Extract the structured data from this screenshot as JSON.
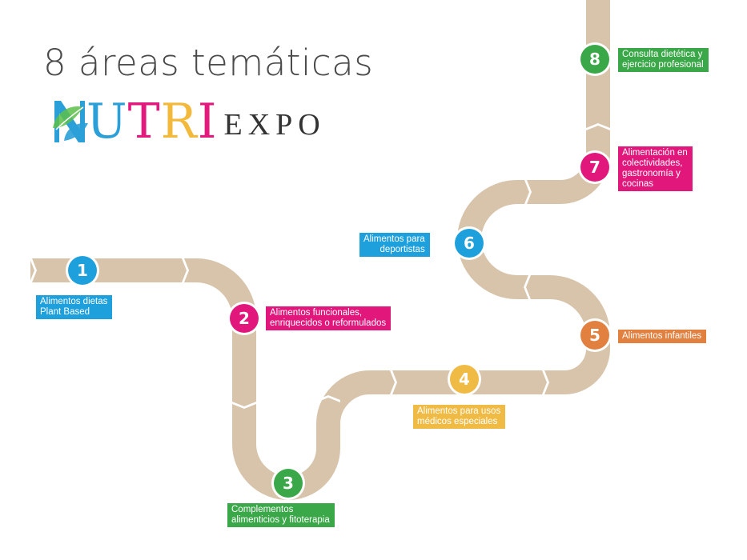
{
  "title": "8 áreas temáticas",
  "logo": {
    "letters": [
      {
        "char": "U",
        "color": "#2ba0d8"
      },
      {
        "char": "T",
        "color": "#e4197d"
      },
      {
        "char": "R",
        "color": "#f2b93b"
      },
      {
        "char": "I",
        "color": "#e4197d"
      }
    ],
    "suffix": "EXPO",
    "leaf_colors": [
      "#2ba0d8",
      "#5cbf49"
    ]
  },
  "path_color": "#d8c4ab",
  "areas": [
    {
      "number": "1",
      "color": "#1ea0dc",
      "lines": [
        "Alimentos dietas",
        "Plant Based"
      ]
    },
    {
      "number": "2",
      "color": "#e2177c",
      "lines": [
        "Alimentos funcionales,",
        "enriquecidos o reformulados"
      ]
    },
    {
      "number": "3",
      "color": "#3aa848",
      "lines": [
        "Complementos",
        "alimenticios y fitoterapia"
      ]
    },
    {
      "number": "4",
      "color": "#f0bb45",
      "lines": [
        "Alimentos para usos",
        "médicos especiales"
      ]
    },
    {
      "number": "5",
      "color": "#e2803f",
      "lines": [
        "Alimentos infantiles"
      ]
    },
    {
      "number": "6",
      "color": "#1ea0dc",
      "lines": [
        "Alimentos para",
        "deportistas"
      ]
    },
    {
      "number": "7",
      "color": "#e2177c",
      "lines": [
        "Alimentación en",
        "colectividades,",
        "gastronomía y",
        "cocinas"
      ]
    },
    {
      "number": "8",
      "color": "#3aa848",
      "lines": [
        "Consulta dietética y",
        "ejercicio profesional"
      ]
    }
  ]
}
